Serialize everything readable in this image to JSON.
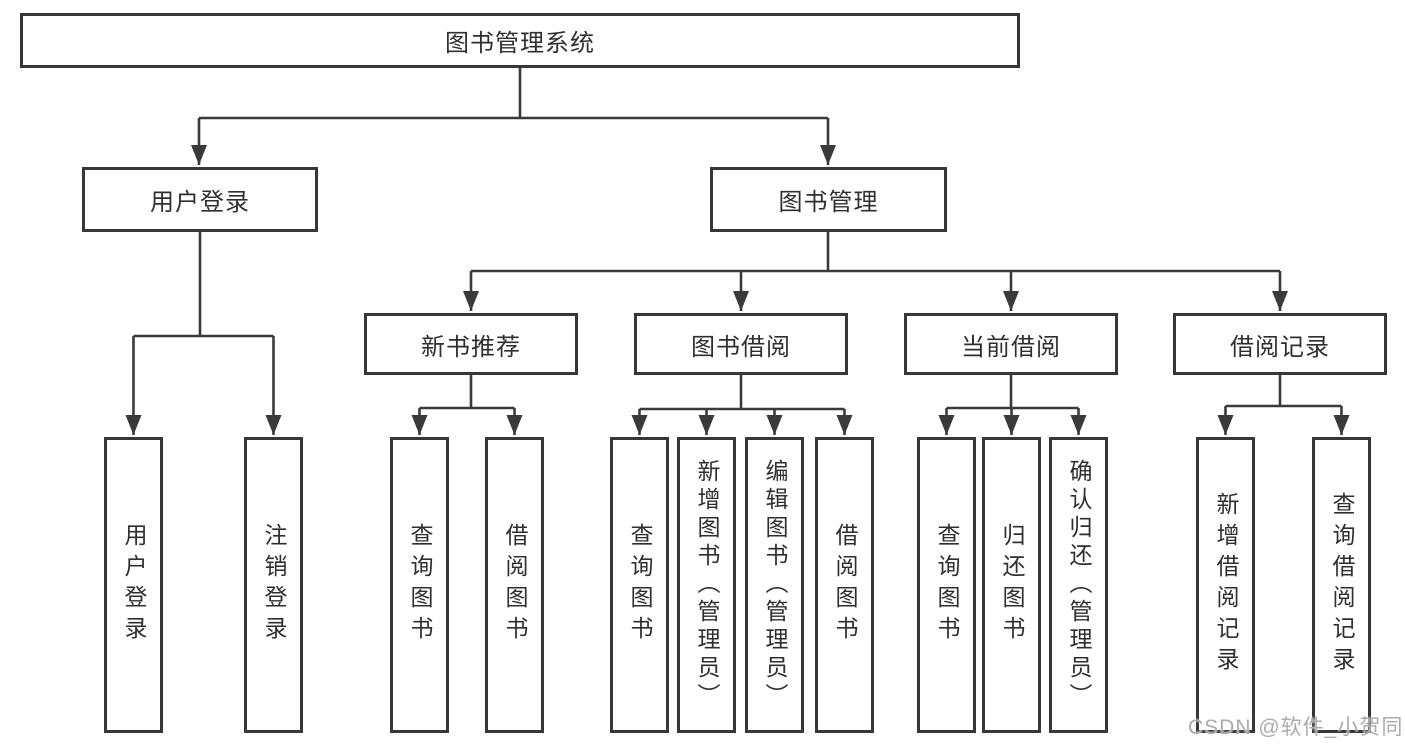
{
  "diagram": {
    "type": "tree",
    "colors": {
      "line": "#3a3a3a",
      "border": "#373737",
      "text": "#2f2f2f",
      "background": "#ffffff"
    },
    "tree": {
      "root": {
        "label": "图书管理系统"
      },
      "branches": [
        {
          "label": "用户登录",
          "children": [
            {
              "label": "用户登录"
            },
            {
              "label": "注销登录"
            }
          ]
        },
        {
          "label": "图书管理",
          "children": [
            {
              "label": "新书推荐",
              "children": [
                {
                  "label": "查询图书"
                },
                {
                  "label": "借阅图书"
                }
              ]
            },
            {
              "label": "图书借阅",
              "children": [
                {
                  "label": "查询图书"
                },
                {
                  "label": "新增图书（管理员）"
                },
                {
                  "label": "编辑图书（管理员）"
                },
                {
                  "label": "借阅图书"
                }
              ]
            },
            {
              "label": "当前借阅",
              "children": [
                {
                  "label": "查询图书"
                },
                {
                  "label": "归还图书"
                },
                {
                  "label": "确认归还（管理员）"
                }
              ]
            },
            {
              "label": "借阅记录",
              "children": [
                {
                  "label": "新增借阅记录"
                },
                {
                  "label": "查询借阅记录"
                }
              ]
            }
          ]
        }
      ]
    }
  },
  "watermark": {
    "text": "CSDN @软件_小贺同学"
  }
}
